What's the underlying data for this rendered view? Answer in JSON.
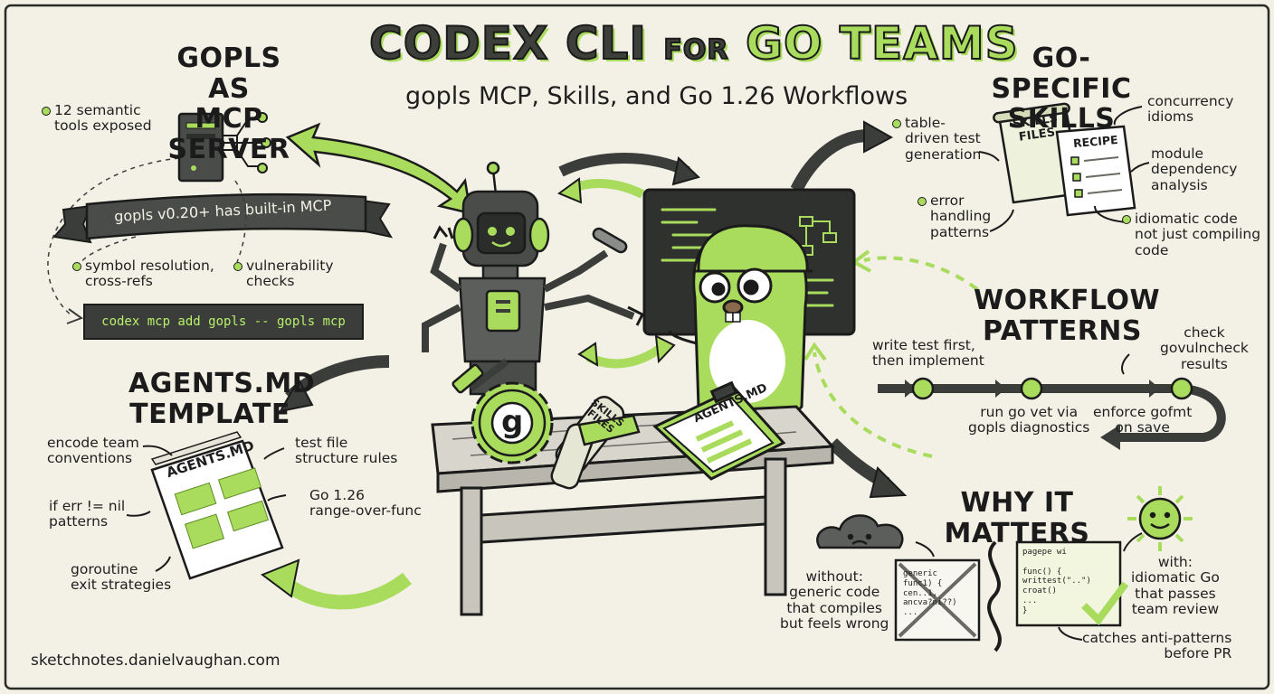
{
  "header": {
    "title_part1": "CODEX CLI",
    "title_for": "FOR",
    "title_part2": "GO TEAMS",
    "subtitle": "gopls MCP, Skills, and Go 1.26 Workflows"
  },
  "gopls_section": {
    "heading": "GOPLS AS\nMCP SERVER",
    "tools_note": "12 semantic\ntools exposed",
    "banner": "gopls v0.20+ has built-in MCP",
    "symbol_note": "symbol resolution,\ncross-refs",
    "vuln_note": "vulnerability\nchecks",
    "command": "codex mcp add gopls -- gopls mcp"
  },
  "agents_section": {
    "heading": "AGENTS.MD\nTEMPLATE",
    "doc_title": "AGENTS.MD",
    "notes": [
      "encode team\nconventions",
      "test file\nstructure rules",
      "if err != nil\npatterns",
      "Go 1.26\nrange-over-func",
      "goroutine\nexit strategies"
    ]
  },
  "center": {
    "gear_letter": "g",
    "scroll_label": "SKILLS\nFILES",
    "clipboard_label": "AGENTS.MD"
  },
  "skills_section": {
    "heading": "GO-SPECIFIC\nSKILLS",
    "scroll_label": "SKILLS\nFILES",
    "recipe_label": "RECIPE",
    "notes": [
      "table-\ndriven test\ngeneration",
      "error\nhandling\npatterns",
      "concurrency\nidioms",
      "module\ndependency\nanalysis",
      "idiomatic code\nnot just compiling\ncode"
    ]
  },
  "workflow_section": {
    "heading": "WORKFLOW\nPATTERNS",
    "steps": [
      "write test first,\nthen implement",
      "run go vet via\ngopls diagnostics",
      "check\ngovulncheck\nresults",
      "enforce gofmt\non save"
    ]
  },
  "why_section": {
    "heading": "WHY IT MATTERS",
    "without_note": "without:\ngeneric code\nthat compiles\nbut feels wrong",
    "with_note": "with:\nidiomatic Go\nthat passes\nteam review",
    "catches_note": "catches anti-patterns\nbefore PR",
    "bad_code": "generic\nfunc1) {\n  cen..1,\n  ancva?ni??)\n  ...",
    "good_code": "pagepe wi\n\nfunc() {\n  writtest(\"..\")\n  croat()\n  ...\n}"
  },
  "footer": {
    "credit": "sketchnotes.danielvaughan.com"
  },
  "colors": {
    "accent_green": "#a9dc5c",
    "dark_gray": "#3b3d3b",
    "paper": "#f3f1e6",
    "ink": "#1b1b1b"
  }
}
